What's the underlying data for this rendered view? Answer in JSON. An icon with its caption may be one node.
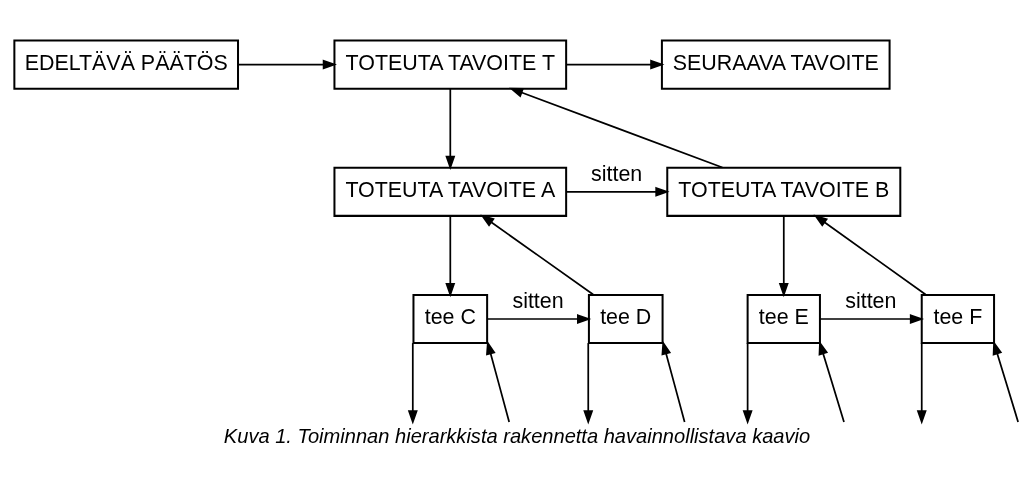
{
  "diagram": {
    "caption": "Kuva 1. Toiminnan hierarkkista rakennetta havainnollistava kaavio",
    "nodes": [
      {
        "text": [
          "EDELTÄVÄ PÄÄTÖS"
        ]
      },
      {
        "text": [
          "TOTEUTA TAVOITE T"
        ]
      },
      {
        "text": [
          "SEURAAVA TAVOITE"
        ]
      },
      {
        "text": [
          "TOTEUTA TAVOITE A"
        ]
      },
      {
        "text": [
          "TOTEUTA TAVOITE B"
        ]
      },
      {
        "text": [
          "tee C"
        ]
      },
      {
        "text": [
          "tee D"
        ]
      },
      {
        "text": [
          "tee E"
        ]
      },
      {
        "text": [
          "tee F"
        ]
      }
    ],
    "edges": [
      {
        "from": 0,
        "to": 1,
        "arrow": "to"
      },
      {
        "from": 1,
        "to": 2,
        "arrow": "to"
      },
      {
        "from": 1,
        "to": 3,
        "arrow": "to"
      },
      {
        "from": 4,
        "to": 1,
        "arrow": "to"
      },
      {
        "from": 3,
        "to": 4,
        "arrow": "to",
        "label": "sitten"
      },
      {
        "from": 3,
        "to": 5,
        "arrow": "to"
      },
      {
        "from": 6,
        "to": 3,
        "arrow": "to"
      },
      {
        "from": 4,
        "to": 7,
        "arrow": "to"
      },
      {
        "from": 8,
        "to": 4,
        "arrow": "to"
      },
      {
        "from": 5,
        "to": 6,
        "arrow": "to",
        "label": "sitten"
      },
      {
        "from": 7,
        "to": 8,
        "arrow": "to",
        "label": "sitten"
      },
      {
        "from": null,
        "to": 5,
        "arrow": "to"
      },
      {
        "from": 5,
        "to": null,
        "arrow": "to"
      },
      {
        "from": null,
        "to": 6,
        "arrow": "to"
      },
      {
        "from": 6,
        "to": null,
        "arrow": "to"
      },
      {
        "from": null,
        "to": 7,
        "arrow": "to"
      },
      {
        "from": 7,
        "to": null,
        "arrow": "to"
      },
      {
        "from": null,
        "to": 8,
        "arrow": "to"
      },
      {
        "from": 8,
        "to": null,
        "arrow": "to"
      }
    ]
  }
}
